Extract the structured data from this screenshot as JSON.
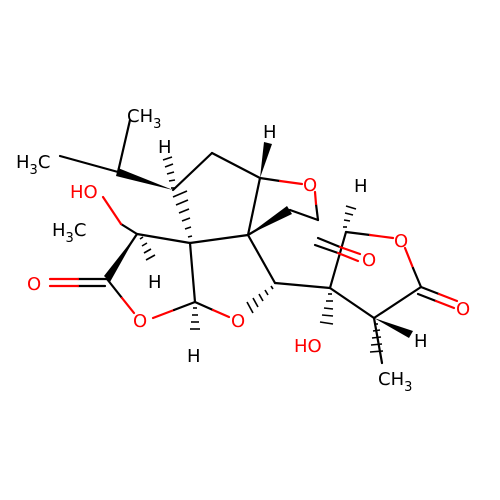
{
  "molecule": {
    "atom_labels": {
      "methyl_top": "CH3",
      "methyl_left": "H3C",
      "methyl_mid": "H3C",
      "methyl_bottom": "CH3",
      "hydroxyl_upper": "HO",
      "hydroxyl_lower": "HO",
      "oxygen_ring_upper": "O",
      "oxygen_ring_right": "O",
      "oxygen_ring_lower_left": "O",
      "oxygen_ring_lower_mid": "O",
      "oxygen_carbonyl_left": "O",
      "oxygen_carbonyl_center": "O",
      "oxygen_carbonyl_right": "O",
      "hydrogen_top_left": "H",
      "hydrogen_top_mid": "H",
      "hydrogen_top_right": "H",
      "hydrogen_left": "H",
      "hydrogen_bottom": "H",
      "hydrogen_right": "H"
    },
    "colors": {
      "bond": "#000000",
      "heteroatom": "#ff0000",
      "background": "#ffffff"
    }
  }
}
